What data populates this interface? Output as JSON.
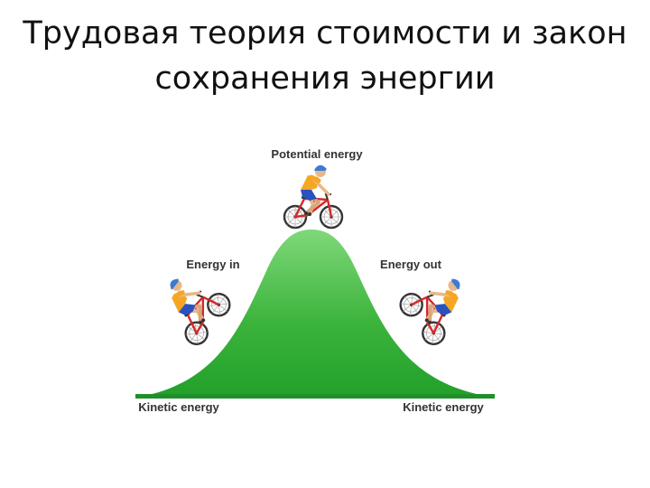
{
  "slide": {
    "title_line1": "Трудовая теория стоимости и закон",
    "title_line2": "сохранения энергии"
  },
  "diagram": {
    "labels": {
      "potential": "Potential energy",
      "energy_in": "Energy in",
      "energy_out": "Energy out",
      "kinetic_left": "Kinetic energy",
      "kinetic_right": "Kinetic energy"
    },
    "colors": {
      "hill_light": "#7fd87a",
      "hill_dark": "#22a02a",
      "ground": "#1f8f2a",
      "jersey": "#f5a623",
      "shorts": "#2a52be",
      "helmet": "#3a7bd5",
      "bike_frame": "#d62828",
      "skin": "#e8b88a"
    },
    "icons": [
      "cyclist-top-icon",
      "cyclist-uphill-icon",
      "cyclist-downhill-icon"
    ]
  }
}
